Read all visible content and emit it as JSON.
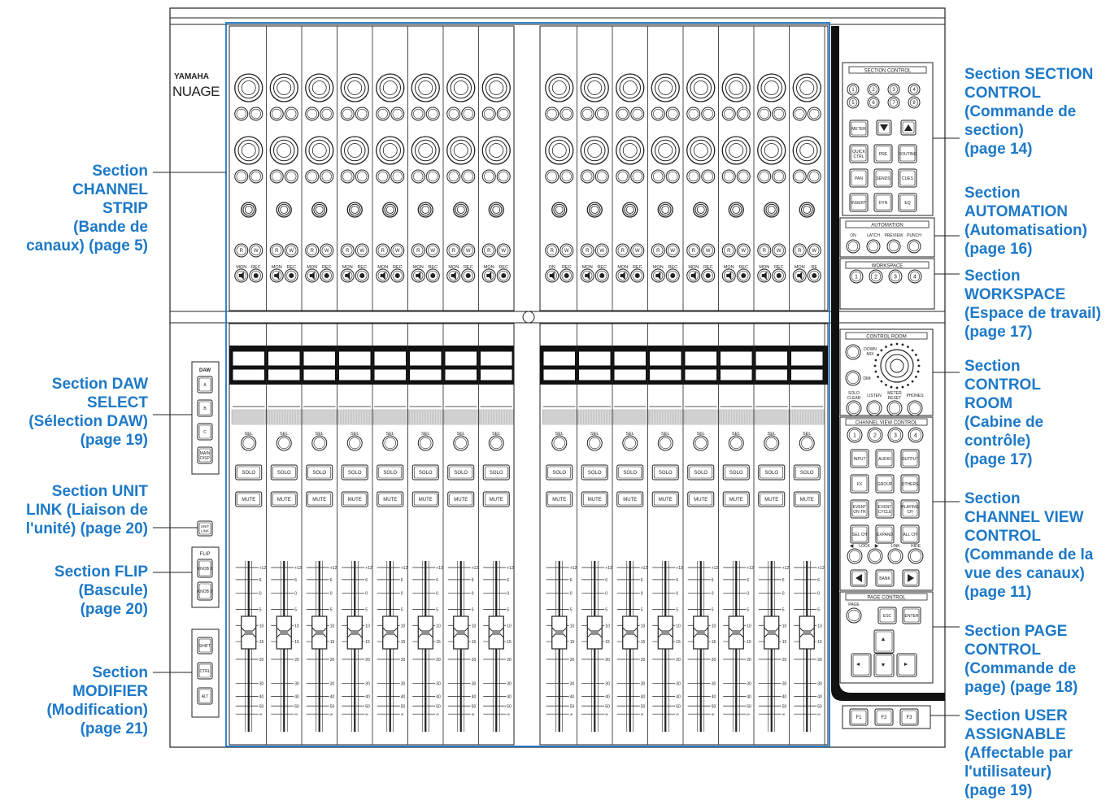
{
  "brand": {
    "maker": "YAMAHA",
    "product": "NUAGE"
  },
  "left_labels": [
    "Section\nCHANNEL\nSTRIP\n(Bande de\ncanaux) (page 5)",
    "Section DAW\nSELECT\n(Sélection DAW)\n(page 19)",
    "Section UNIT\nLINK (Liaison de\nl'unité) (page 20)",
    "Section FLIP\n(Bascule)\n(page 20)",
    "Section\nMODIFIER\n(Modification)\n(page 21)"
  ],
  "right_labels": [
    "Section SECTION\nCONTROL\n(Commande de\nsection)\n(page 14)",
    "Section\nAUTOMATION\n(Automatisation)\n(page 16)",
    "Section\nWORKSPACE\n(Espace de travail)\n(page 17)",
    "Section\nCONTROL\nROOM\n(Cabine de\ncontrôle)\n(page 17)",
    "Section\nCHANNEL VIEW\nCONTROL\n(Commande de la\nvue des canaux)\n(page 11)",
    "Section PAGE\nCONTROL\n(Commande de\npage) (page 18)",
    "Section USER\nASSIGNABLE\n(Affectable par\nl'utilisateur)\n(page 19)"
  ],
  "panels": {
    "section_control": {
      "title": "SECTION CONTROL",
      "numbers": [
        "1",
        "2",
        "3",
        "4",
        "5",
        "6",
        "7",
        "8"
      ],
      "meter": "METER",
      "grid": [
        [
          "QUICK CTRL",
          "PRE",
          "ROUTING"
        ],
        [
          "PAN",
          "SENDS",
          "CUES"
        ],
        [
          "INSERT",
          "DYN",
          "EQ"
        ]
      ]
    },
    "automation": {
      "title": "AUTOMATION",
      "buttons": [
        "ON",
        "LATCH",
        "PREVIEW",
        "PUNCH"
      ]
    },
    "workspace": {
      "title": "WORKSPACE",
      "buttons": [
        "1",
        "2",
        "3",
        "4"
      ]
    },
    "control_room": {
      "title": "CONTROL ROOM",
      "down_mix": "DOWN MIX",
      "dim": "DIM",
      "bottom": [
        "SOLO CLEAR",
        "LISTEN",
        "METER RESET",
        "PHONES"
      ]
    },
    "channel_view": {
      "title": "CHANNEL VIEW CONTROL",
      "numbers": [
        "1",
        "2",
        "3",
        "4"
      ],
      "grid": [
        [
          "INPUT",
          "AUDIO",
          "OUTPUT"
        ],
        [
          "FX",
          "GROUP",
          "OTHERS"
        ],
        [
          "EVENT ON TR",
          "EVENT CYCLE",
          "PLAYING CH"
        ],
        [
          "SEL CH",
          "EXPAND",
          "ALL CH"
        ]
      ],
      "lock": "LOCK",
      "link": "LINK",
      "hide": "HIDE",
      "bank": "BANK"
    },
    "page_control": {
      "title": "PAGE CONTROL",
      "page": "PAGE",
      "esc": "ESC",
      "enter": "ENTER"
    },
    "user_assignable": {
      "buttons": [
        "F1",
        "F2",
        "F3"
      ]
    },
    "daw": {
      "title": "DAW",
      "buttons": [
        "A",
        "B",
        "C",
        "MAIN DISP"
      ]
    },
    "unit_link": {
      "label": "UNIT LINK"
    },
    "flip": {
      "title": "FLIP",
      "buttons": [
        "KNOB 1",
        "KNOB 2"
      ]
    },
    "modifier": {
      "buttons": [
        "SHIFT",
        "CTRL",
        "ALT"
      ]
    }
  },
  "strip": {
    "sel": "SEL",
    "solo": "SOLO",
    "mute": "MUTE",
    "rw": [
      "R",
      "W"
    ],
    "monrec": [
      "MON",
      "REC"
    ],
    "first_monrec": [
      "ON",
      "REC"
    ],
    "last_monrec": [
      "MON",
      "RE"
    ],
    "fader_scale": [
      "+12",
      "6",
      "0",
      "5",
      "10",
      "15",
      "20",
      "30",
      "40",
      "50",
      "∞"
    ]
  }
}
